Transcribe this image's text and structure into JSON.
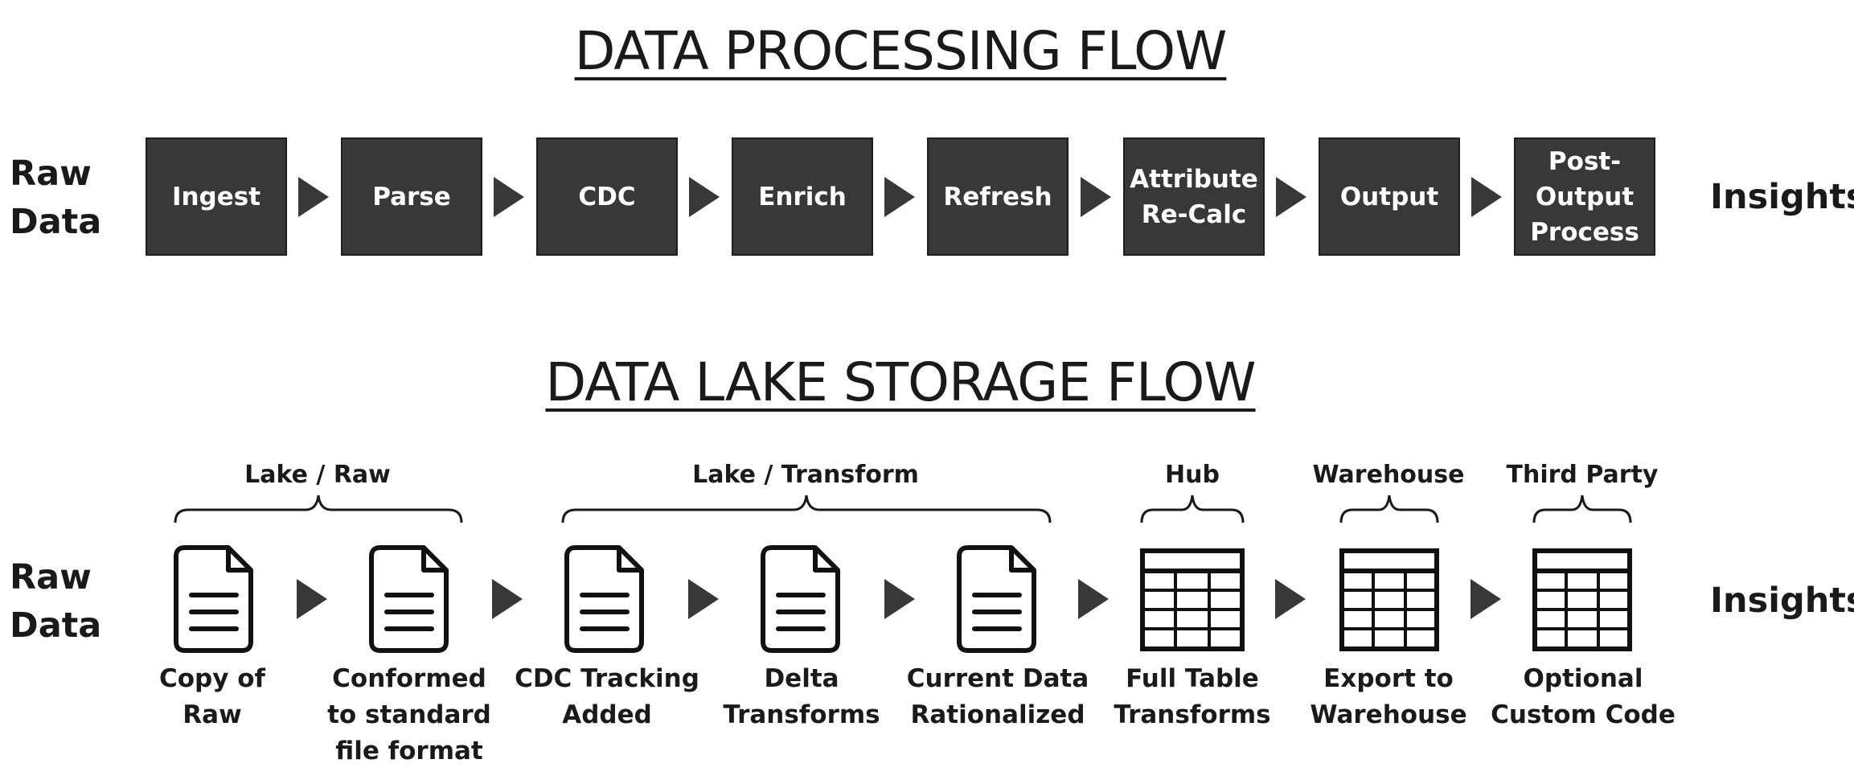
{
  "processing": {
    "title": "DATA PROCESSING FLOW",
    "input_label": "Raw\nData",
    "output_label": "Insights",
    "steps": [
      "Ingest",
      "Parse",
      "CDC",
      "Enrich",
      "Refresh",
      "Attribute\nRe-Calc",
      "Output",
      "Post-\nOutput\nProcess"
    ]
  },
  "storage": {
    "title": "DATA LAKE STORAGE FLOW",
    "input_label": "Raw\nData",
    "output_label": "Insights",
    "groups": [
      "Lake / Raw",
      "Lake / Transform",
      "Hub",
      "Warehouse",
      "Third Party"
    ],
    "stages": [
      {
        "icon": "document-icon",
        "caption": "Copy of\nRaw"
      },
      {
        "icon": "document-icon",
        "caption": "Conformed\nto standard\nfile format"
      },
      {
        "icon": "document-icon",
        "caption": "CDC Tracking\nAdded"
      },
      {
        "icon": "document-icon",
        "caption": "Delta\nTransforms"
      },
      {
        "icon": "document-icon",
        "caption": "Current Data\nRationalized"
      },
      {
        "icon": "table-icon",
        "caption": "Full Table\nTransforms"
      },
      {
        "icon": "table-icon",
        "caption": "Export to\nWarehouse"
      },
      {
        "icon": "table-icon",
        "caption": "Optional\nCustom Code"
      }
    ]
  },
  "colors": {
    "box": "#383838",
    "arrow": "#383838",
    "text": "#1a1a1a",
    "box_text": "#ffffff"
  }
}
